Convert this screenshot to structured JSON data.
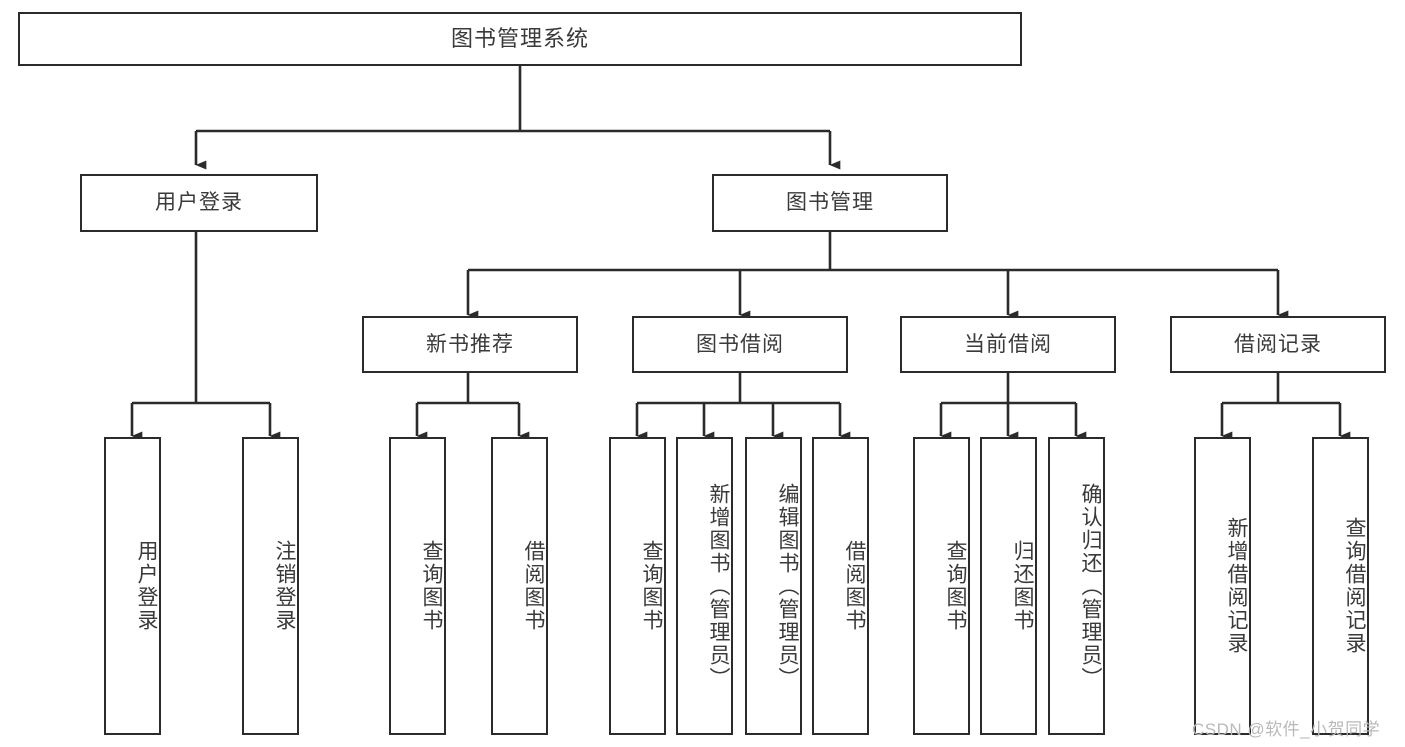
{
  "diagram": {
    "title": "图书管理系统",
    "type": "tree",
    "watermark": "CSDN @软件_小贺同学",
    "colors": {
      "box_border": "#2b2b2b",
      "box_fill": "#ffffff",
      "line": "#2b2b2b",
      "text": "#3a3a3a",
      "watermark": "#b9b9b9"
    },
    "root": {
      "label": "图书管理系统"
    },
    "level2": [
      {
        "label": "用户登录"
      },
      {
        "label": "图书管理"
      }
    ],
    "level3": [
      {
        "label": "新书推荐"
      },
      {
        "label": "图书借阅"
      },
      {
        "label": "当前借阅"
      },
      {
        "label": "借阅记录"
      }
    ],
    "leaves": {
      "user_login": [
        {
          "label": "用户登录"
        },
        {
          "label": "注销登录"
        }
      ],
      "new_book_recommend": [
        {
          "label": "查询图书"
        },
        {
          "label": "借阅图书"
        }
      ],
      "book_borrow": [
        {
          "label": "查询图书"
        },
        {
          "label": "新增图书（管理员）"
        },
        {
          "label": "编辑图书（管理员）"
        },
        {
          "label": "借阅图书"
        }
      ],
      "current_borrow": [
        {
          "label": "查询图书"
        },
        {
          "label": "归还图书"
        },
        {
          "label": "确认归还（管理员）"
        }
      ],
      "borrow_record": [
        {
          "label": "新增借阅记录"
        },
        {
          "label": "查询借阅记录"
        }
      ]
    }
  }
}
